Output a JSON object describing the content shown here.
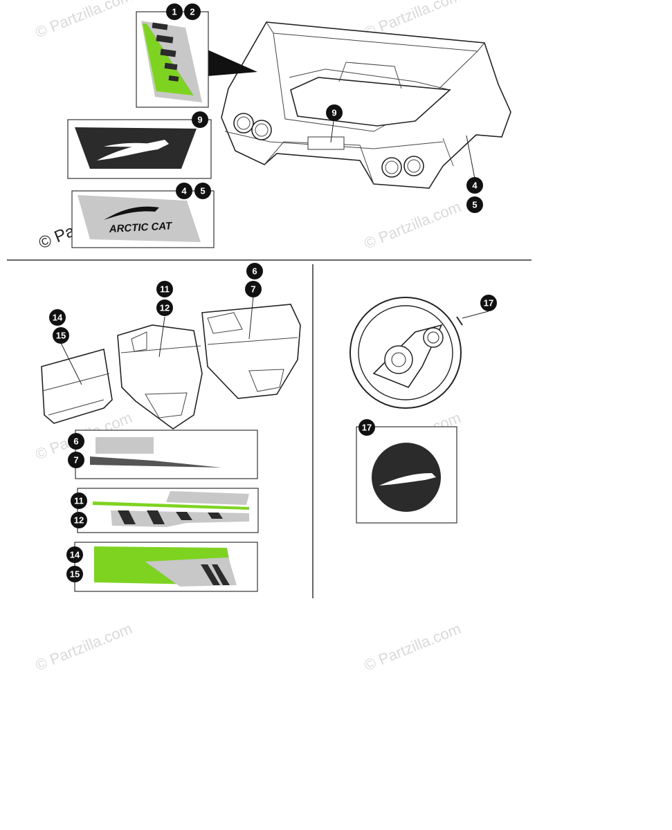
{
  "colors": {
    "green": "#7ed321",
    "grey": "#c8c8c8",
    "dark": "#2b2b2b",
    "black": "#111111"
  },
  "watermark": "© Partzilla.com",
  "brand_text": "ARCTIC CAT",
  "callouts": {
    "c1": "1",
    "c2": "2",
    "c9_box": "9",
    "c9_hood": "9",
    "c4_box": "4",
    "c5_box": "5",
    "c4_front": "4",
    "c5_front": "5",
    "c6_door": "6",
    "c7_door": "7",
    "c11_door": "11",
    "c12_door": "12",
    "c14_door": "14",
    "c15_door": "15",
    "c6_strip": "6",
    "c7_strip": "7",
    "c11_strip": "11",
    "c12_strip": "12",
    "c14_strip": "14",
    "c15_strip": "15",
    "c17_wheel": "17",
    "c17_box": "17"
  }
}
